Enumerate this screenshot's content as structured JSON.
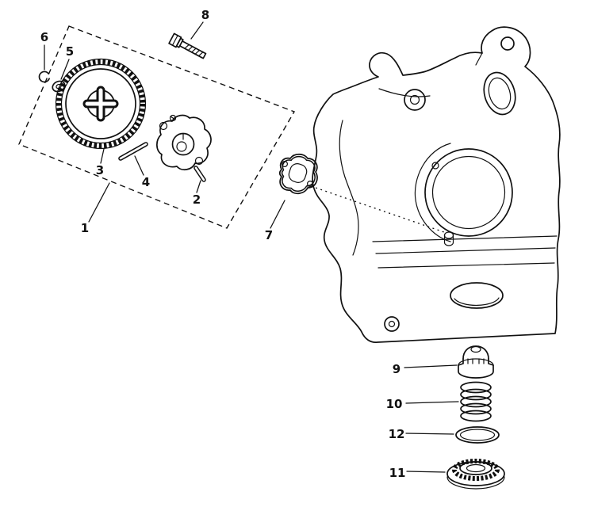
{
  "figure": {
    "kind": "exploded-parts-diagram",
    "background": "#ffffff",
    "line_color": "#111111"
  },
  "callouts": [
    {
      "label": "1"
    },
    {
      "label": "2"
    },
    {
      "label": "3"
    },
    {
      "label": "4"
    },
    {
      "label": "5"
    },
    {
      "label": "6"
    },
    {
      "label": "7"
    },
    {
      "label": "8"
    },
    {
      "label": "9"
    },
    {
      "label": "10"
    },
    {
      "label": "11"
    },
    {
      "label": "12"
    }
  ]
}
